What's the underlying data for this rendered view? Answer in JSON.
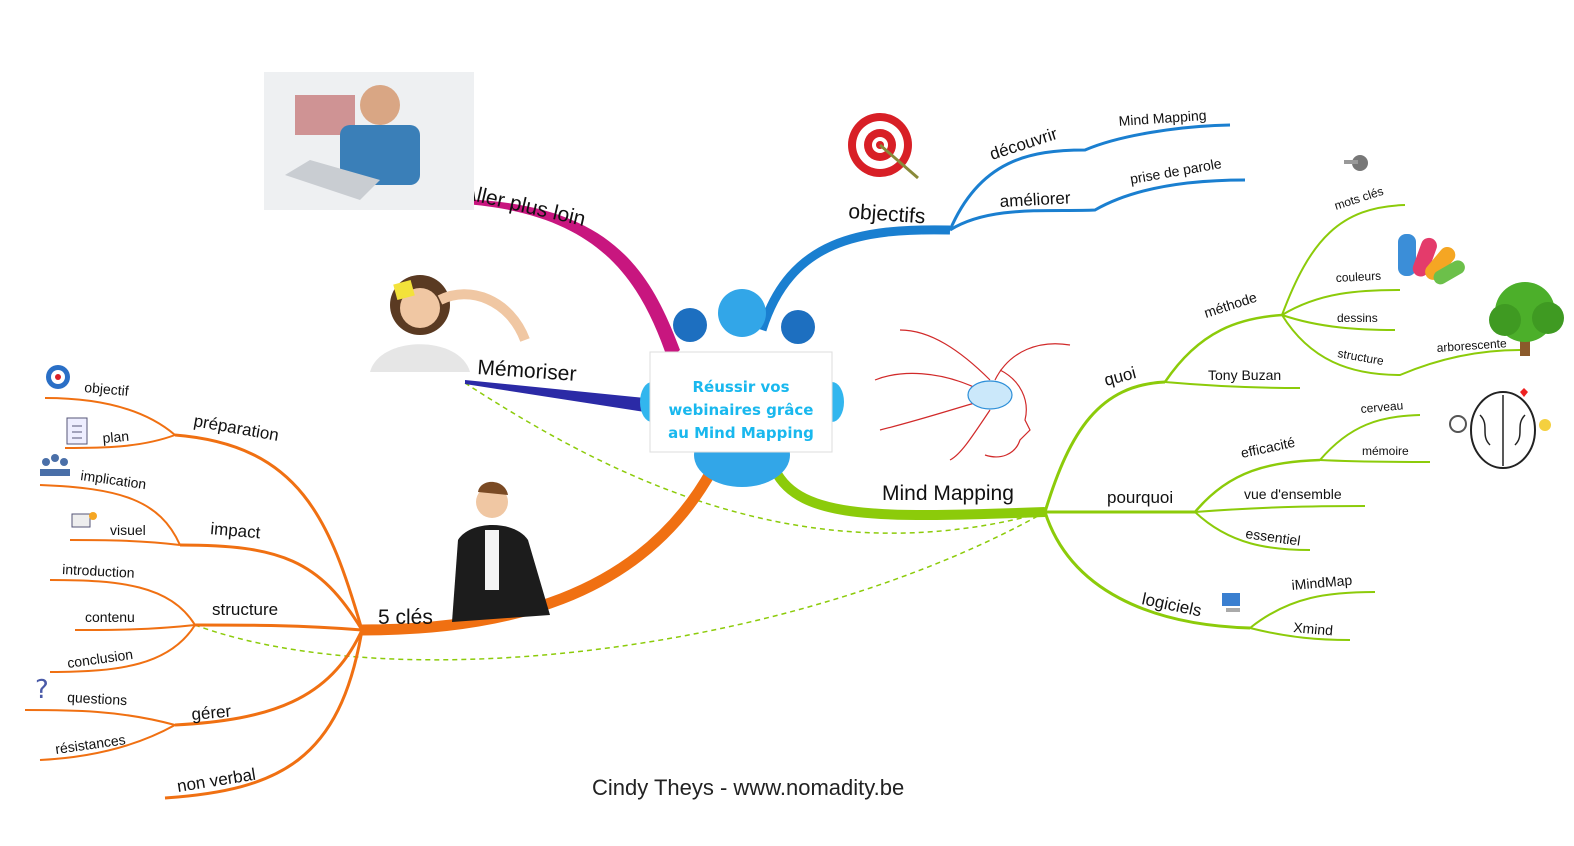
{
  "center": {
    "line1": "Réussir vos",
    "line2": "webinaires grâce",
    "line3": "au Mind Mapping"
  },
  "colors": {
    "aller": "#c8167f",
    "objectifs": "#1a7fd0",
    "memoriser": "#2b2aa6",
    "cles": "#f07012",
    "mindmapping": "#8ccb0a",
    "dashed": "#8ccb0a"
  },
  "branches": {
    "aller": {
      "label": "Aller plus loin"
    },
    "memoriser": {
      "label": "Mémoriser"
    },
    "objectifs": {
      "label": "objectifs",
      "decouvrir": "découvrir",
      "mind_mapping": "Mind Mapping",
      "ameliorer": "améliorer",
      "prise": "prise de parole"
    },
    "cles": {
      "label": "5 clés",
      "preparation": "préparation",
      "objectif": "objectif",
      "plan": "plan",
      "impact": "impact",
      "implication": "implication",
      "visuel": "visuel",
      "structure": "structure",
      "introduction": "introduction",
      "contenu": "contenu",
      "conclusion": "conclusion",
      "gerer": "gérer",
      "questions": "questions",
      "resistances": "résistances",
      "non_verbal": "non verbal"
    },
    "mindmapping": {
      "label": "Mind Mapping",
      "quoi": "quoi",
      "methode": "méthode",
      "mots_cles": "mots clés",
      "couleurs": "couleurs",
      "dessins": "dessins",
      "structure": "structure",
      "arborescente": "arborescente",
      "tony": "Tony Buzan",
      "pourquoi": "pourquoi",
      "efficacite": "efficacité",
      "cerveau": "cerveau",
      "memoire": "mémoire",
      "vue": "vue d'ensemble",
      "essentiel": "essentiel",
      "logiciels": "logiciels",
      "imindmap": "iMindMap",
      "xmind": "Xmind"
    }
  },
  "footer": "Cindy Theys - www.nomadity.be"
}
